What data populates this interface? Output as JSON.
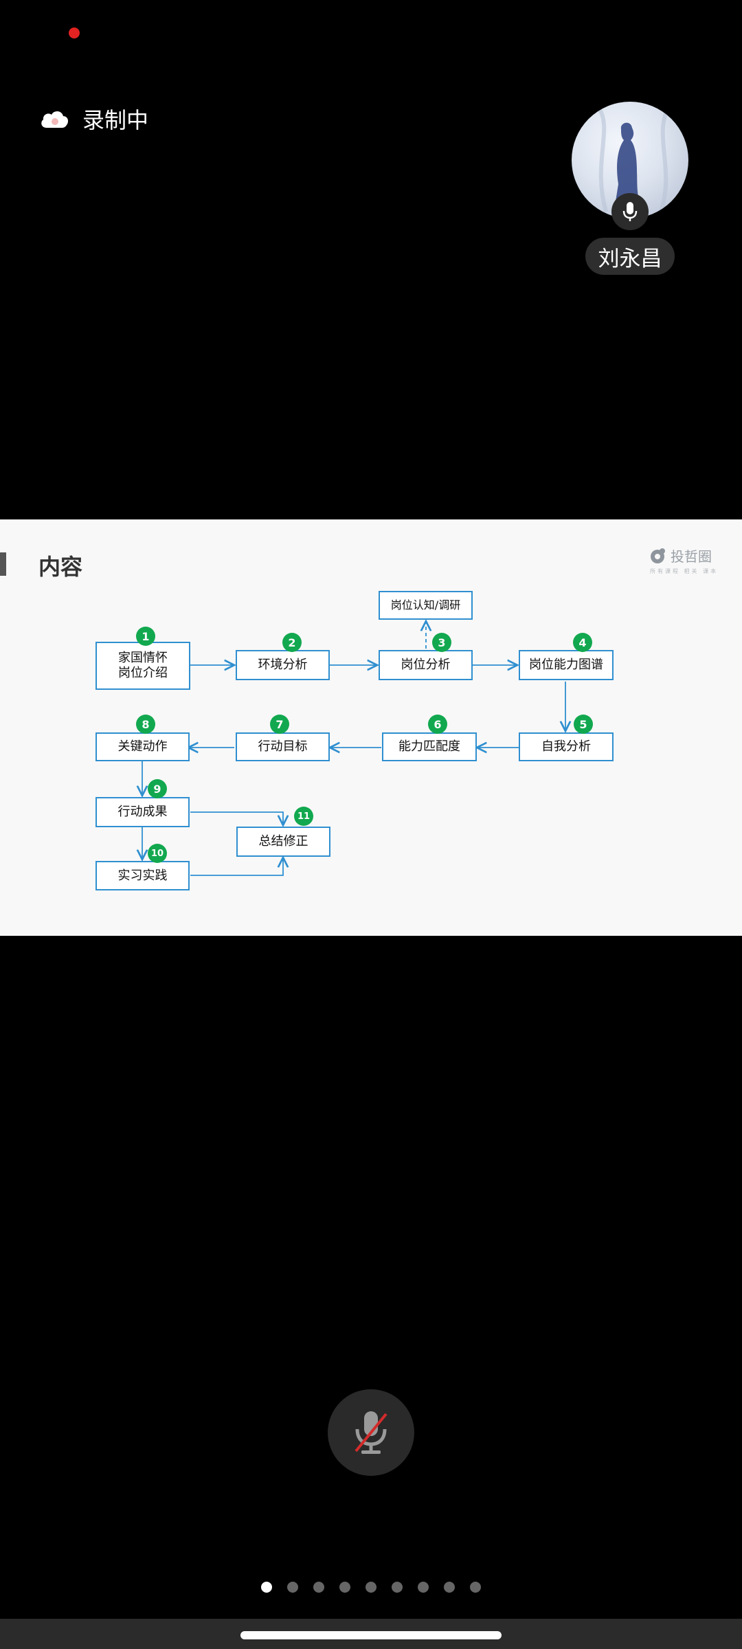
{
  "status": {
    "recording_label": "录制中"
  },
  "participant": {
    "name": "刘永昌"
  },
  "slide": {
    "title": "内容",
    "logo_text": "投哲圈",
    "logo_sub": "所有课程 相关 课本",
    "nodes": [
      {
        "id": "1",
        "label": "家国情怀\n岗位介绍"
      },
      {
        "id": "2",
        "label": "环境分析"
      },
      {
        "id": "3",
        "label": "岗位分析"
      },
      {
        "id": "4",
        "label": "岗位能力图谱"
      },
      {
        "id": "5",
        "label": "自我分析"
      },
      {
        "id": "6",
        "label": "能力匹配度"
      },
      {
        "id": "7",
        "label": "行动目标"
      },
      {
        "id": "8",
        "label": "关键动作"
      },
      {
        "id": "9",
        "label": "行动成果"
      },
      {
        "id": "10",
        "label": "实习实践"
      },
      {
        "id": "11",
        "label": "总结修正"
      },
      {
        "id": "3a",
        "label": "岗位认知/调研"
      }
    ],
    "accent_color": "#2f8fd0",
    "badge_color": "#12a84f"
  },
  "controls": {
    "mute_icon": "mic-muted-icon",
    "page_count": 9,
    "active_page": 1
  }
}
